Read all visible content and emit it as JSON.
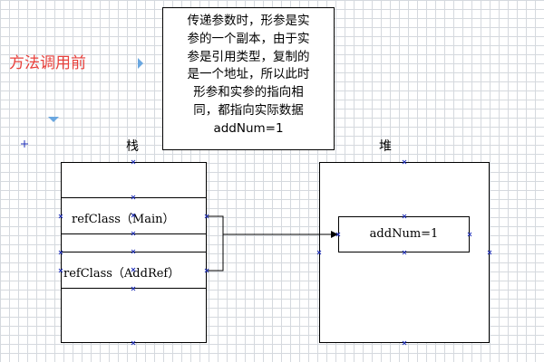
{
  "title": "方法调用前",
  "note_lines": [
    "传递参数时，形参是实",
    "参的一个副本，由于实",
    "参是引用类型，复制的",
    "是一个地址，所以此时",
    "形参和实参的指向相",
    "同，都指向实际数据",
    "addNum=1"
  ],
  "stack": {
    "label": "栈",
    "cells": [
      "refClass（Main）",
      "refClass（AddRef）"
    ]
  },
  "heap": {
    "label": "堆",
    "object_value": "addNum=1"
  },
  "colors": {
    "title": "#e8413c",
    "grid": "#d5d9de",
    "handle": "#1f2fb8",
    "arrow_indicator": "#6aa7e0"
  }
}
